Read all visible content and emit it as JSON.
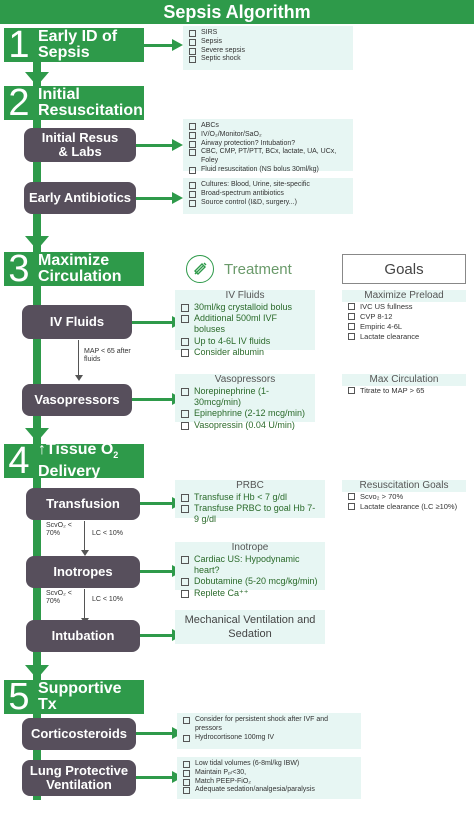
{
  "title": "Sepsis Algorithm",
  "steps": [
    {
      "num": "1",
      "label": "Early ID of Sepsis"
    },
    {
      "num": "2",
      "label": "Initial Resuscitation"
    },
    {
      "num": "3",
      "label": "Maximize Circulation"
    },
    {
      "num": "4",
      "label_prefix": "↑Tissue O",
      "label_sub": "2",
      "label_suffix": " Delivery"
    },
    {
      "num": "5",
      "label": "Supportive Tx"
    }
  ],
  "step1_items": [
    "SIRS",
    "Sepsis",
    "Severe sepsis",
    "Septic shock"
  ],
  "initial_resus": {
    "label": "Initial Resus & Labs",
    "items": [
      "ABCs",
      "IV/O₂/Monitor/SaO₂",
      "Airway protection? Intubation?",
      "CBC, CMP, PT/PTT, BCx, lactate, UA, UCx, Foley",
      "Fluid resuscitation (NS bolus 30ml/kg)"
    ]
  },
  "early_abx": {
    "label": "Early Antibiotics",
    "items": [
      "Cultures: Blood, Urine, site-specific",
      "Broad-spectrum antibiotics",
      "Source control (I&D, surgery...)"
    ]
  },
  "treatment_header": "Treatment",
  "goals_header": "Goals",
  "iv_fluids": {
    "label": "IV Fluids",
    "panel_title": "IV Fluids",
    "items": [
      "30ml/kg crystalloid bolus",
      "Additional 500ml IVF boluses",
      "Up to 4-6L IV fluids",
      "Consider albumin"
    ],
    "goal_title": "Maximize Preload",
    "goals": [
      "IVC US fullness",
      "CVP  8-12",
      "Empiric 4-6L",
      "Lactate clearance"
    ]
  },
  "map_label": "MAP < 65 after fluids",
  "vasopressors": {
    "label": "Vasopressors",
    "panel_title": "Vasopressors",
    "items": [
      "Norepinephrine (1-30mcg/min)",
      "Epinephrine (2-12 mcg/min)",
      "Vasopressin (0.04 U/min)"
    ],
    "goal_title": "Max Circulation",
    "goals": [
      "Titrate to MAP > 65"
    ]
  },
  "transfusion": {
    "label": "Transfusion",
    "panel_title": "PRBC",
    "items": [
      "Transfuse if Hb < 7 g/dl",
      "Transfuse PRBC to goal Hb 7-9 g/dl"
    ],
    "goal_title": "Resuscitation Goals",
    "goals": [
      "Scvo₂ > 70%",
      "Lactate clearance (LC ≥10%)"
    ]
  },
  "scvo2_label": "ScvO₂ < 70%",
  "lc_label": "LC < 10%",
  "inotropes": {
    "label": "Inotropes",
    "panel_title": "Inotrope",
    "items": [
      "Cardiac US: Hypodynamic heart?",
      "Dobutamine (5-20 mcg/kg/min)",
      "Replete Ca⁺⁺"
    ]
  },
  "intubation": {
    "label": "Intubation",
    "text": "Mechanical Ventilation and Sedation"
  },
  "corticosteroids": {
    "label": "Corticosteroids",
    "items": [
      "Consider for persistent shock after IVF and pressors",
      "Hydrocortisone 100mg IV"
    ]
  },
  "lung_protective": {
    "label": "Lung Protective Ventilation",
    "items": [
      "Low tidal volumes (6-8ml/kg IBW)",
      "Maintain Pₚₗ<30,",
      "Match PEEP-FiO₂",
      "Adequate sedation/analgesia/paralysis"
    ]
  },
  "colors": {
    "green": "#2e9a4a",
    "box": "#574f5c",
    "panel": "#e7f6f3"
  },
  "icons": {
    "treatment": "syringe-icon"
  }
}
